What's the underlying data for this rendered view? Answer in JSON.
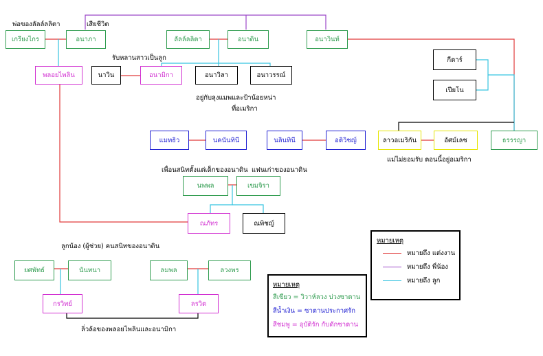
{
  "colors": {
    "marriage": "#e03a3a",
    "sibling": "#9b46c8",
    "child": "#35c3e0",
    "green": "#2e9b4e",
    "blue": "#1f1fd2",
    "pink": "#d12fd1",
    "yellow": "#e6e600",
    "black": "#000000"
  },
  "people": {
    "kriengkrai": "เกรียงไกร",
    "anapha": "อนาภา",
    "latlalita": "ลัลล์ลลิตา",
    "anadin": "อนาดิน",
    "anawin": "อนาวินท์",
    "ploypailin": "พลอยไพลิน",
    "nawin": "นาวิน",
    "anamika": "อนามิกา",
    "anawila": "อนาวิลา",
    "anawaran": "อนาวรรณ์",
    "guitar": "กีตาร์",
    "piano": "เปียโน",
    "maehew": "แมทธิว",
    "nakunthinee": "นคนันทินี",
    "nalinthinee": "นลินทินี",
    "atiwich": "อติวิชญ์",
    "lawmaekan": "ลาวอเมริกัน",
    "atsalet": "อัศม์เลช",
    "thanwanya": "ธรรรญา",
    "noppol": "นพพล",
    "khemjira": "เขมจิรา",
    "nipat": "ณภัทร",
    "nipit": "ณพิชญ์",
    "yotsapat": "ยศพัทธ์",
    "nanthana": "นันทนา",
    "lompol": "ลมพล",
    "luangporn": "ลวงพร",
    "korawit": "กรวิทย์",
    "lawit": "ลรวิต"
  },
  "notes": {
    "n1": "พ่อของลัลล์ลลิตา",
    "n2": "เสียชีวิต",
    "n3": "รับหลานสาวเป็นลูก",
    "n4": "อยู่กับลุงแมพและป้าน้อยหน่า",
    "n5": "ที่อเมริกา",
    "n6": "แม่ไม่ยอมรับ ตอนนี้อยู่อเมริกา",
    "n7": "เพื่อนสนิทตั้งแต่เด็กของอนาดิน",
    "n8": "แฟนเก่าของอนาดิน",
    "n9": "ลูกน้อง (ผู้ช่วย) คนสนิทของอนาดิน",
    "n10": "ลิ่วล้อของพลอยไพลินและอนามิกา"
  },
  "legend1": {
    "title": "หมายเหตุ",
    "rows": [
      "หมายถึง  แต่งงาน",
      "หมายถึง  พี่น้อง",
      "หมายถึง  ลูก"
    ]
  },
  "legend2": {
    "title": "หมายเหตุ",
    "rows": [
      "สีเขียว  = วิวาห์ลวง บ่วงซาตาน",
      "สีน้ำเงิน = ซาตานประกาศรัก",
      "สีชมพู  = อุบัติรัก กับดักซาตาน"
    ]
  }
}
